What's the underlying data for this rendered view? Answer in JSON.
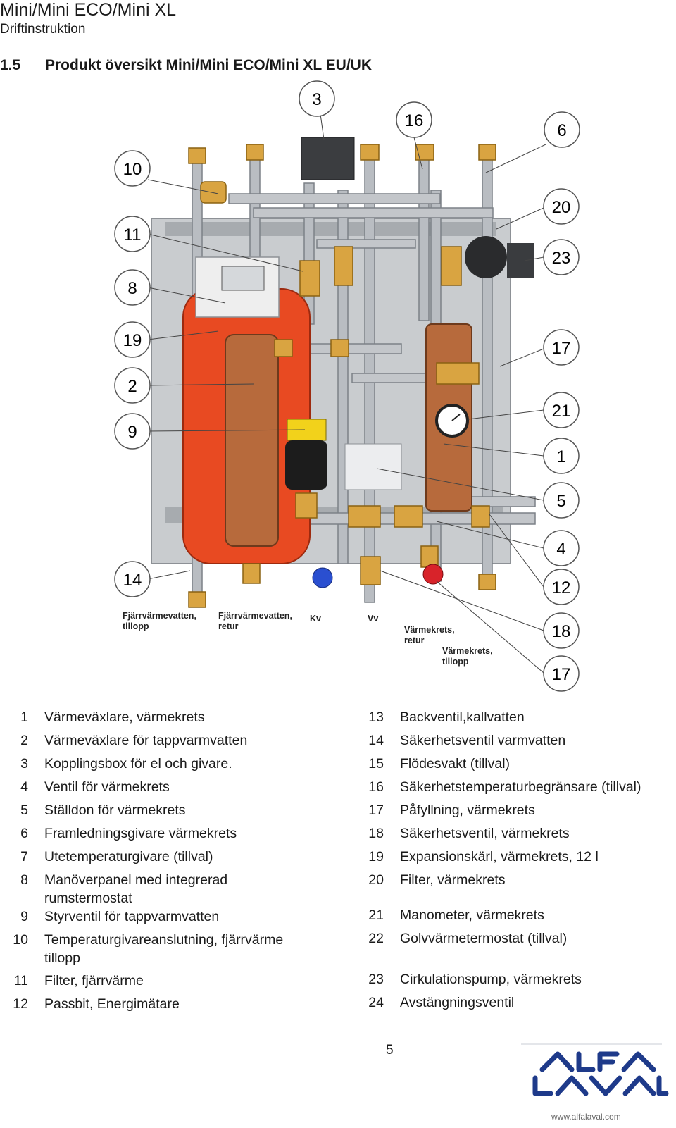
{
  "header": {
    "title": "Mini/Mini ECO/Mini XL",
    "subtitle": "Driftinstruktion"
  },
  "section": {
    "number": "1.5",
    "title": "Produkt översikt Mini/Mini ECO/Mini XL EU/UK"
  },
  "callouts": [
    "3",
    "16",
    "6",
    "10",
    "20",
    "11",
    "23",
    "8",
    "19",
    "17",
    "2",
    "21",
    "9",
    "1",
    "5",
    "4",
    "14",
    "12",
    "18",
    "17"
  ],
  "pipe_labels": {
    "l1a": "Fjärrvärmevatten,",
    "l1b": "tillopp",
    "l2a": "Fjärrvärmevatten,",
    "l2b": "retur",
    "l3": "Kv",
    "l4": "Vv",
    "l5a": "Värmekrets,",
    "l5b": "retur",
    "l6a": "Värmekrets,",
    "l6b": "tillopp"
  },
  "legend_left": [
    {
      "n": "1",
      "t": "Värmeväxlare, värmekrets"
    },
    {
      "n": "2",
      "t": "Värmeväxlare för tappvarmvatten"
    },
    {
      "n": "3",
      "t": "Kopplingsbox för el och givare."
    },
    {
      "n": "4",
      "t": "Ventil för värmekrets"
    },
    {
      "n": "5",
      "t": "Ställdon för värmekrets"
    },
    {
      "n": "6",
      "t": "Framledningsgivare värmekrets"
    },
    {
      "n": "7",
      "t": "Utetemperaturgivare (tillval)"
    },
    {
      "n": "8",
      "t": "Manöverpanel med integrerad rumstermostat"
    },
    {
      "n": "9",
      "t": "Styrventil för tappvarmvatten"
    },
    {
      "n": "10",
      "t": "Temperaturgivareanslutning, fjärrvärme tillopp"
    },
    {
      "n": "11",
      "t": "Filter, fjärrvärme"
    },
    {
      "n": "12",
      "t": "Passbit, Energimätare"
    }
  ],
  "legend_right": [
    {
      "n": "13",
      "t": "Backventil,kallvatten"
    },
    {
      "n": "14",
      "t": "Säkerhetsventil varmvatten"
    },
    {
      "n": "15",
      "t": "Flödesvakt (tillval)"
    },
    {
      "n": "16",
      "t": "Säkerhetstemperaturbegränsare (tillval)"
    },
    {
      "n": "17",
      "t": "Påfyllning, värmekrets"
    },
    {
      "n": "18",
      "t": "Säkerhetsventil, värmekrets"
    },
    {
      "n": "19",
      "t": "Expansionskärl, värmekrets, 12 l"
    },
    {
      "n": "20",
      "t": "Filter, värmekrets"
    },
    {
      "n": "21",
      "t": "Manometer, värmekrets"
    },
    {
      "n": "22",
      "t": "Golvvärmetermostat (tillval)"
    },
    {
      "n": "23",
      "t": "Cirkulationspump, värmekrets"
    },
    {
      "n": "24",
      "t": "Avstängningsventil"
    }
  ],
  "footer": {
    "page_number": "5",
    "url": "www.alfalaval.com"
  },
  "colors": {
    "tank_red": "#e84a22",
    "plate_brown": "#b76a3c",
    "brass": "#d9a441",
    "pipe_gray": "#b9bdc2",
    "valve_blue": "#2a4fd0",
    "valve_red": "#d8232a",
    "logo_blue": "#1e3a8a"
  }
}
